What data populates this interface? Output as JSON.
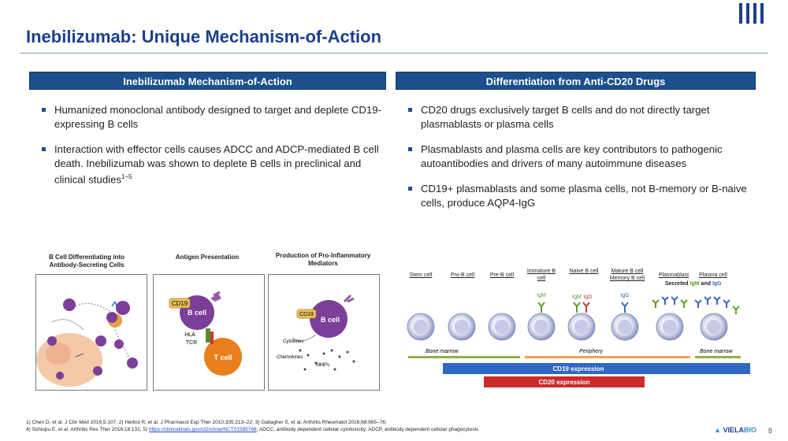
{
  "title": "Inebilizumab: Unique Mechanism-of-Action",
  "left": {
    "heading": "Inebilizumab Mechanism-of-Action",
    "bullets": [
      "Humanized monoclonal antibody designed to target and deplete CD19-expressing B cells",
      "Interaction with effector cells causes ADCC and ADCP-mediated B cell death. Inebilizumab was shown to deplete B cells in preclinical and clinical studies"
    ],
    "bullet2_ref": "1−5"
  },
  "right": {
    "heading": "Differentiation from Anti-CD20 Drugs",
    "bullets": [
      "CD20 drugs exclusively target B cells and do not directly target plasmablasts or plasma cells",
      "Plasmablasts and plasma cells are key contributors to pathogenic autoantibodies and drivers of many autoimmune diseases",
      "CD19+ plasmablasts and some plasma cells, not B-memory or B-naive cells, produce AQP4-IgG"
    ]
  },
  "panels": {
    "p1": {
      "caption": "B Cell Differentiating into Antibody-Secreting Cells"
    },
    "p2": {
      "caption": "Antigen Presentation",
      "cd19": "CD19",
      "bcell": "B cell",
      "hla": "HLA",
      "tcr": "TCR",
      "tcell": "T cell"
    },
    "p3": {
      "caption": "Production of Pro-Inflammatory Mediators",
      "cd19": "CD19",
      "bcell": "B cell",
      "cytokines": "Cytokines",
      "chemokines": "Chemokines",
      "mmps": "MMPs"
    }
  },
  "diagram": {
    "stages": [
      "Stem cell",
      "Pro-B cell",
      "Pre-B cell",
      "Immature B cell",
      "Naive B cell",
      "Mature B cell Memory B cell",
      "Plasmablast",
      "Plasma cell"
    ],
    "secreted_prefix": "Secreted",
    "secreted_igm": "IgM",
    "secreted_and": "and",
    "secreted_igg": "IgG",
    "ig_labels": {
      "immature": "IgM",
      "naive_m": "IgM",
      "naive_d": "IgD",
      "mature": "IgG"
    },
    "regions": {
      "bone_marrow": "Bone marrow",
      "periphery": "Periphery",
      "bone_marrow_2": "Bone marrow"
    },
    "cd19_label": "CD19 expression",
    "cd20_label": "CD20 expression",
    "colors": {
      "cd19": "#2f67c4",
      "cd20": "#cc2b2b",
      "bone_marrow": "#8db24a",
      "periphery": "#f0a050"
    }
  },
  "footnotes": {
    "line1": "1) Chen D, et al. J Clin Med 2016;5:107; 2) Herbst R, et al. J Pharmacol Exp Ther 2010;335:213–22; 3) Gallagher S, et al. Arthritis Rheumatol 2016;68:965–76;",
    "line2_a": "4) Schiopu E, et al. Arthritis Res Ther 2016;18:131; 5)",
    "line2_link": "https://clinicaltrials.gov/ct2/show/NCT01585766",
    "line2_b": "; ADCC, antibody dependent cellular cytotoxicity; ADCP, antibody dependent cellular phagocytosis"
  },
  "brand": {
    "viela": "VIELA",
    "bio": "BIO"
  },
  "page_number": "8"
}
